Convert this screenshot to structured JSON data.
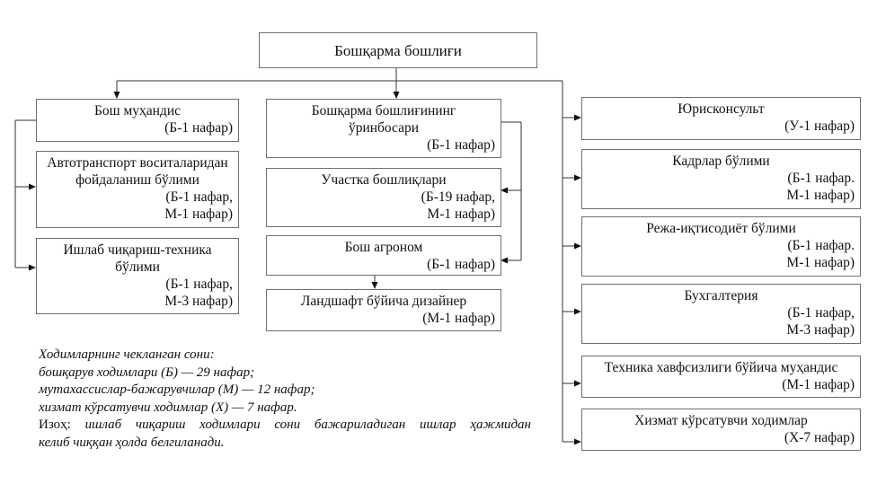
{
  "head": {
    "title": "Бошқарма бошлиғи"
  },
  "left_column": [
    {
      "title": "Бош муҳандис",
      "count": [
        "(Б-1 нафар)"
      ]
    },
    {
      "title": "Автотранспорт воситаларидан фойдаланиш бўлими",
      "count": [
        "(Б-1 нафар,",
        "М-1 нафар)"
      ]
    },
    {
      "title": "Ишлаб чиқариш-техника бўлими",
      "count": [
        "(Б-1 нафар,",
        "М-3 нафар)"
      ]
    }
  ],
  "middle_column": [
    {
      "title": "Бошқарма бошлиғининг ўринбосари",
      "count": [
        "(Б-1 нафар)"
      ]
    },
    {
      "title": "Участка бошлиқлари",
      "count": [
        "(Б-19 нафар,",
        "М-1 нафар)"
      ]
    },
    {
      "title": "Бош агроном",
      "count": [
        "(Б-1 нафар)"
      ]
    },
    {
      "title": "Ландшафт бўйича дизайнер",
      "count": [
        "(М-1 нафар)"
      ]
    }
  ],
  "right_column": [
    {
      "title": "Юрисконсульт",
      "count": [
        "(У-1 нафар)"
      ]
    },
    {
      "title": "Кадрлар бўлими",
      "count": [
        "(Б-1 нафар.",
        "М-1 нафар)"
      ]
    },
    {
      "title": "Режа-иқтисодиёт бўлими",
      "count": [
        "(Б-1 нафар.",
        "М-1 нафар)"
      ]
    },
    {
      "title": "Бухгалтерия",
      "count": [
        "(Б-1 нафар,",
        "М-3 нафар)"
      ]
    },
    {
      "title": "Техника хавфсизлиги бўйича муҳандис",
      "count": [
        "(М-1 нафар)"
      ]
    },
    {
      "title": "Хизмат кўрсатувчи ходимлар",
      "count": [
        "(Х-7 нафар)"
      ]
    }
  ],
  "note": {
    "heading": "Ходимларнинг чекланган сони:",
    "lines": [
      "бошқарув ходимлари (Б) — 29 нафар;",
      "мутахассислар-бажарувчилар (М) — 12 нафар;",
      "хизмат кўрсатувчи ходимлар (Х) — 7 нафар."
    ],
    "remark_label": "Изоҳ:",
    "remark_text_1": "ишлаб чиқариш ходимлари сони бажариладиган ишлар ҳажмидан",
    "remark_text_2": "келиб чиққан ҳолда белгиланади."
  }
}
